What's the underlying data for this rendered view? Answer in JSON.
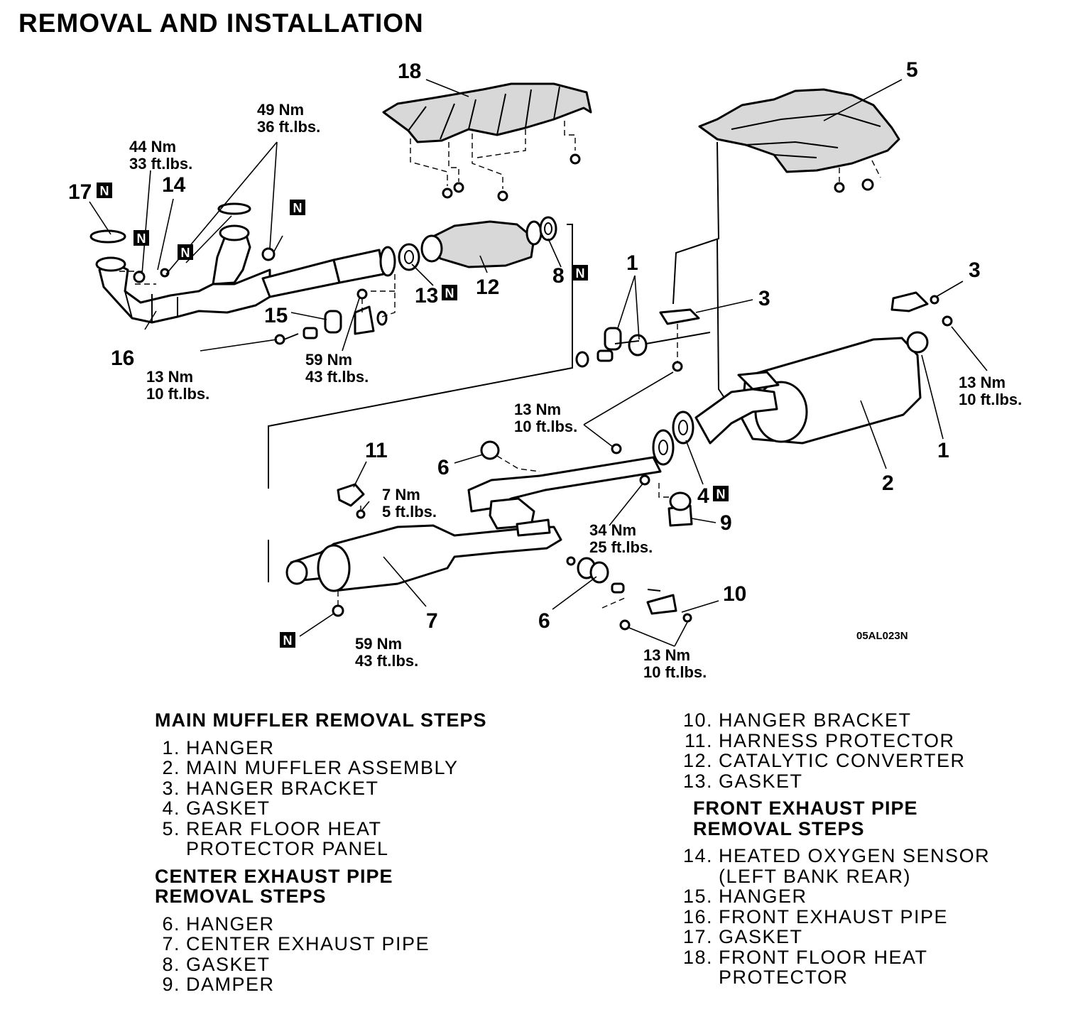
{
  "title": "REMOVAL AND INSTALLATION",
  "figure_ref": "05AL023N",
  "n_badge": "N",
  "callouts": {
    "p1a": "1",
    "p1b": "1",
    "p2": "2",
    "p3a": "3",
    "p3b": "3",
    "p4": "4",
    "p5": "5",
    "p6a": "6",
    "p6b": "6",
    "p7": "7",
    "p8": "8",
    "p9": "9",
    "p10": "10",
    "p11": "11",
    "p12": "12",
    "p13": "13",
    "p14": "14",
    "p15": "15",
    "p16": "16",
    "p17": "17",
    "p18": "18"
  },
  "torques": {
    "t49": [
      "49 Nm",
      "36 ft.lbs."
    ],
    "t44": [
      "44 Nm",
      "33 ft.lbs."
    ],
    "t13_left": [
      "13 Nm",
      "10 ft.lbs."
    ],
    "t59_upper": [
      "59  Nm",
      "43 ft.lbs."
    ],
    "t13_mid": [
      "13 Nm",
      "10 ft.lbs."
    ],
    "t13_right": [
      "13 Nm",
      "10 ft.lbs."
    ],
    "t7": [
      "7 Nm",
      "5 ft.lbs."
    ],
    "t34": [
      "34 Nm",
      "25 ft.lbs."
    ],
    "t59_lower": [
      "59 Nm",
      "43 ft.lbs."
    ],
    "t13_bottom": [
      "13 Nm",
      "10 ft.lbs."
    ]
  },
  "steps": {
    "main_muffler": {
      "heading": [
        "MAIN  MUFFLER  REMOVAL  STEPS"
      ],
      "items": [
        {
          "n": "1.",
          "text": [
            "HANGER"
          ]
        },
        {
          "n": "2.",
          "text": [
            "MAIN  MUFFLER  ASSEMBLY"
          ]
        },
        {
          "n": "3.",
          "text": [
            "HANGER  BRACKET"
          ]
        },
        {
          "n": "4.",
          "text": [
            "GASKET"
          ]
        },
        {
          "n": "5.",
          "text": [
            "REAR  FLOOR  HEAT",
            "PROTECTOR  PANEL"
          ]
        }
      ]
    },
    "center_pipe": {
      "heading": [
        "CENTER  EXHAUST  PIPE",
        "REMOVAL  STEPS"
      ],
      "items": [
        {
          "n": "6.",
          "text": [
            "HANGER"
          ]
        },
        {
          "n": "7.",
          "text": [
            "CENTER  EXHAUST  PIPE"
          ]
        },
        {
          "n": "8.",
          "text": [
            "GASKET"
          ]
        },
        {
          "n": "9.",
          "text": [
            "DAMPER"
          ]
        }
      ]
    },
    "continued": {
      "items": [
        {
          "n": "10.",
          "text": [
            "HANGER  BRACKET"
          ]
        },
        {
          "n": "11.",
          "text": [
            "HARNESS  PROTECTOR"
          ]
        },
        {
          "n": "12.",
          "text": [
            "CATALYTIC  CONVERTER"
          ]
        },
        {
          "n": "13.",
          "text": [
            "GASKET"
          ]
        }
      ]
    },
    "front_pipe": {
      "heading": [
        "FRONT  EXHAUST  PIPE",
        "REMOVAL  STEPS"
      ],
      "items": [
        {
          "n": "14.",
          "text": [
            "HEATED  OXYGEN  SENSOR",
            "(LEFT  BANK  REAR)"
          ]
        },
        {
          "n": "15.",
          "text": [
            "HANGER"
          ]
        },
        {
          "n": "16.",
          "text": [
            "FRONT  EXHAUST  PIPE"
          ]
        },
        {
          "n": "17.",
          "text": [
            "GASKET"
          ]
        },
        {
          "n": "18.",
          "text": [
            "FRONT  FLOOR  HEAT",
            "PROTECTOR"
          ]
        }
      ]
    }
  }
}
